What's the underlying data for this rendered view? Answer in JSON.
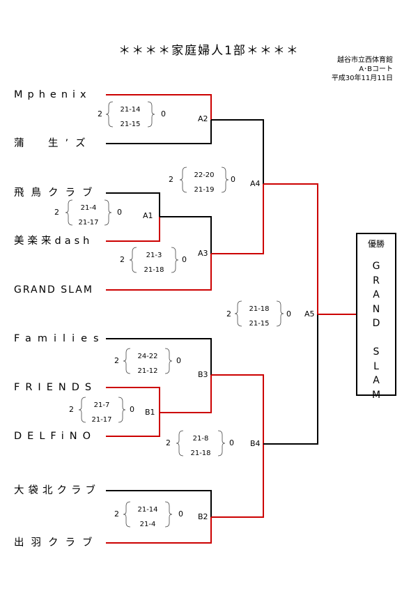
{
  "title": "＊＊＊＊家庭婦人1部＊＊＊＊",
  "venue": {
    "name": "越谷市立西体育館",
    "court": "A･Bコート",
    "date": "平成30年11月11日"
  },
  "teams": {
    "mphenix": "Mphenix",
    "gamouz": "蒲　生’ズ",
    "asuka": "飛鳥クラブ",
    "mirakuru": "美楽来dash",
    "grandslam": "GRAND SLAM",
    "families": "Families",
    "friends": "FRIENDS",
    "delfino": "DELFiNO",
    "ofukuro": "大袋北クラブ",
    "dewa": "出羽クラブ"
  },
  "matches": {
    "A1": {
      "label": "A1",
      "win_left": "2",
      "set1": "21-4",
      "set2": "21-17",
      "win_right": "0"
    },
    "A2": {
      "label": "A2",
      "win_left": "2",
      "set1": "21-14",
      "set2": "21-15",
      "win_right": "0"
    },
    "A3": {
      "label": "A3",
      "win_left": "2",
      "set1": "21-3",
      "set2": "21-18",
      "win_right": "0"
    },
    "A4": {
      "label": "A4",
      "win_left": "2",
      "set1": "22-20",
      "set2": "21-19",
      "win_right": "0"
    },
    "A5": {
      "label": "A5",
      "win_left": "2",
      "set1": "21-18",
      "set2": "21-15",
      "win_right": "0"
    },
    "B1": {
      "label": "B1",
      "win_left": "2",
      "set1": "21-7",
      "set2": "21-17",
      "win_right": "0"
    },
    "B2": {
      "label": "B2",
      "win_left": "2",
      "set1": "21-14",
      "set2": "21-4",
      "win_right": "0"
    },
    "B3": {
      "label": "B3",
      "win_left": "2",
      "set1": "24-22",
      "set2": "21-12",
      "win_right": "0"
    },
    "B4": {
      "label": "B4",
      "win_left": "2",
      "set1": "21-8",
      "set2": "21-18",
      "win_right": "0"
    }
  },
  "champion": {
    "label": "優勝",
    "letters": [
      "G",
      "R",
      "A",
      "N",
      "D",
      "",
      "S",
      "L",
      "A",
      "M"
    ]
  },
  "colors": {
    "winner_line": "#cc0000",
    "loser_line": "#000000"
  }
}
